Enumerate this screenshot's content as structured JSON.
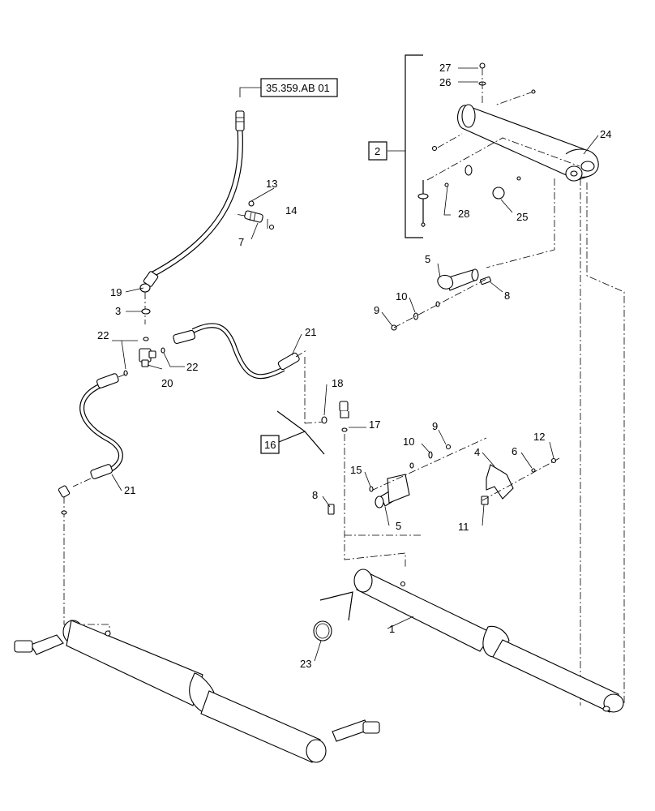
{
  "reference_box": "35.359.AB 01",
  "group_labels": {
    "cylinder_assembly": "2",
    "hose_group": "16"
  },
  "callouts": {
    "c1": "1",
    "c3": "3",
    "c4": "4",
    "c5a": "5",
    "c5b": "5",
    "c6": "6",
    "c7": "7",
    "c8a": "8",
    "c8b": "8",
    "c9a": "9",
    "c9b": "9",
    "c10a": "10",
    "c10b": "10",
    "c11": "11",
    "c12": "12",
    "c13": "13",
    "c14": "14",
    "c15": "15",
    "c17": "17",
    "c18": "18",
    "c19": "19",
    "c20": "20",
    "c21a": "21",
    "c21b": "21",
    "c22a": "22",
    "c22b": "22",
    "c23": "23",
    "c24": "24",
    "c25": "25",
    "c26": "26",
    "c27": "27",
    "c28": "28"
  }
}
